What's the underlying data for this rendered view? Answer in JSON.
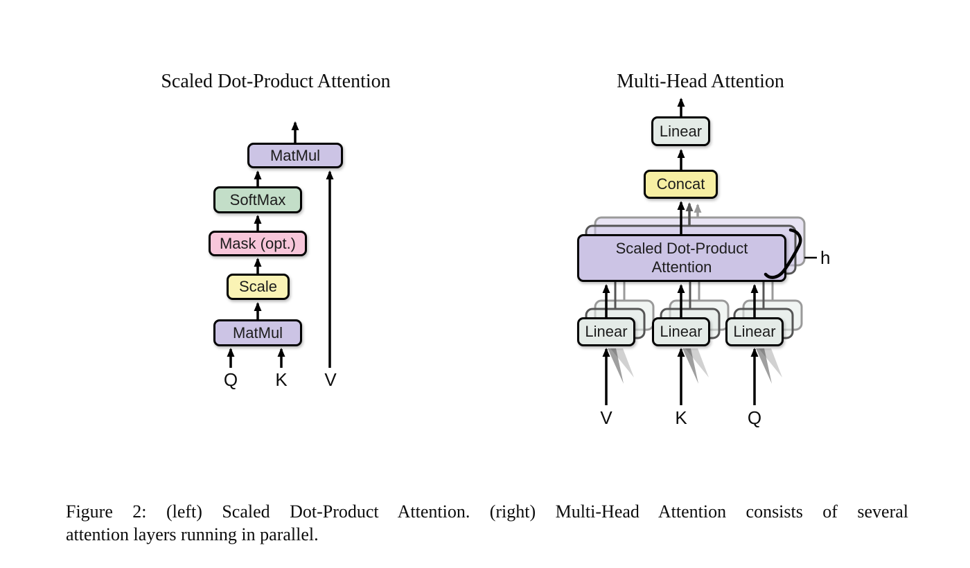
{
  "left": {
    "title": "Scaled Dot-Product Attention",
    "matmul_top_label": "MatMul",
    "softmax_label": "SoftMax",
    "mask_label": "Mask (opt.)",
    "scale_label": "Scale",
    "matmul_bottom_label": "MatMul",
    "input_q": "Q",
    "input_k": "K",
    "input_v": "V"
  },
  "right": {
    "title": "Multi-Head Attention",
    "linear_out_label": "Linear",
    "concat_label": "Concat",
    "sdpa_label": "Scaled Dot-Product Attention",
    "heads_label": "h",
    "linear_v_label": "Linear",
    "linear_k_label": "Linear",
    "linear_q_label": "Linear",
    "input_v": "V",
    "input_k": "K",
    "input_q": "Q"
  },
  "caption": {
    "line1": "Figure 2: (left) Scaled Dot-Product Attention. (right) Multi-Head Attention consists of several",
    "line2": "attention layers running in parallel."
  },
  "colors": {
    "box_purple": "#CCC4E5",
    "box_green": "#C3DEC8",
    "box_pink": "#F7C6DA",
    "box_yellow_scale": "#FAF3B5",
    "box_yellow_concat": "#F7EFA3",
    "box_gray_linear": "#E4EBE7",
    "box_border": "#000000"
  }
}
